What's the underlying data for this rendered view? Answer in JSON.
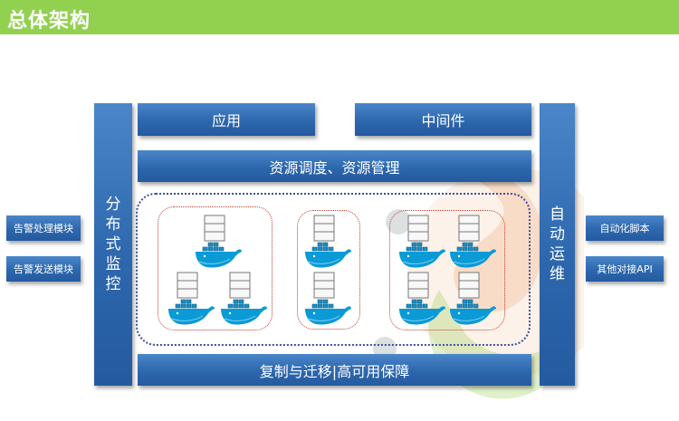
{
  "page": {
    "title": "总体架构"
  },
  "left_modules": [
    {
      "label": "告警处理模块"
    },
    {
      "label": "告警发送模块"
    }
  ],
  "right_modules": [
    {
      "label": "自动化脚本"
    },
    {
      "label": "其他对接API"
    }
  ],
  "left_column": {
    "label": "分\n布\n式\n监\n控"
  },
  "right_column": {
    "label": "自\n动\n运\n维"
  },
  "top_boxes": {
    "app": "应用",
    "middleware": "中间件"
  },
  "scheduling_bar": {
    "label": "资源调度、资源管理"
  },
  "bottom_bar": {
    "label": "复制与迁移|高可用保障"
  },
  "colors": {
    "header": "#92d050",
    "box_blue": "#2d67ad",
    "outer_dots": "#3a4fa0",
    "inner_dots": "#c0392b",
    "docker_blue": "#0a9ad6"
  },
  "icons": {
    "node": "docker-whale-with-server-stack"
  }
}
